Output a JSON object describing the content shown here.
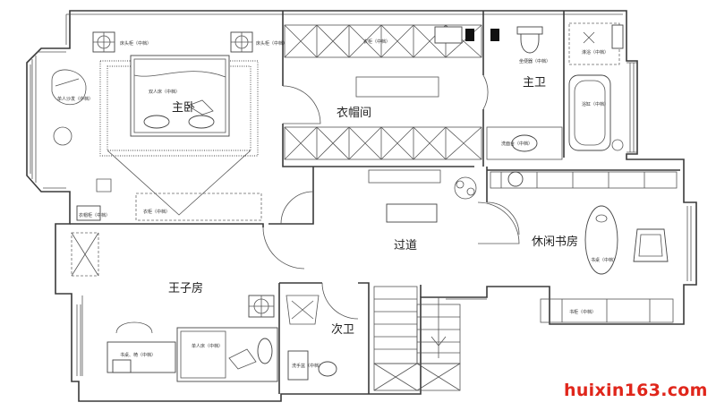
{
  "rooms": {
    "master_bedroom": "主卧",
    "walk_in_closet": "衣帽间",
    "master_bath": "主卫",
    "corridor": "过道",
    "study": "休闲书房",
    "son_room": "王子房",
    "secondary_bath": "次卫"
  },
  "fixtures": {
    "double_bed": "双人床（中档）",
    "bed_1": "单人床（中档）",
    "desk_chair": "书桌、椅（中档）",
    "bedside_l": "床头柜（中档）",
    "bedside_r": "床头柜（中档）",
    "wardrobe_1": "衣柜（中档）",
    "wardrobe_2": "衣柜（中档）",
    "cabinet": "衣帽柜（中档）",
    "toilet": "坐便器（中档）",
    "basin": "洗面台（中档）",
    "shower": "淋浴（中档）",
    "tub": "浴缸（中档）",
    "sofa": "单人沙发（中档）",
    "bookcase": "书柜（中档）",
    "desk": "书桌（中档）",
    "wash": "洗手盆（中档）"
  },
  "watermark": "huixin163.com"
}
